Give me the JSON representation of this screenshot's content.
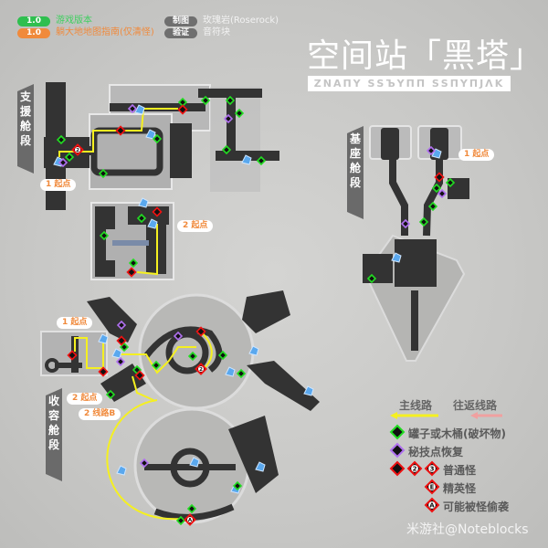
{
  "header": {
    "version_badge": "1.0",
    "version_label": "游戏版本",
    "guide_badge": "1.0",
    "guide_label": "躺大地地图指南(仅清怪)",
    "map_by_tag": "制图",
    "map_by_value": "玫瑰岩(Roserock)",
    "verify_tag": "验证",
    "verify_value": "音符块"
  },
  "title": {
    "main": "空间站「黑塔」",
    "sub_logo": "ZNAПY ЅЅЪYПП ЅЅПYПJΛK"
  },
  "sections": {
    "support": "支援舱段",
    "base": "基座舱段",
    "storage": "收容舱段"
  },
  "start_labels": {
    "support_1": "1 起点",
    "support_2": "2 起点",
    "base_1": "1 起点",
    "storage_1": "1 起点",
    "storage_2": "2 起点",
    "storage_route_b": "2 线路B"
  },
  "legend": {
    "main_route": "主线路",
    "return_route": "往返线路",
    "destructible": "罐子或木桶(破坏物)",
    "technique_restore": "秘技点恢复",
    "normal_enemy": "普通怪",
    "elite_enemy": "精英怪",
    "ambush_enemy": "可能被怪偷袭",
    "colors": {
      "main_route": "#f5f020",
      "return_route": "#f0a0a0",
      "destructible": "#22dd22",
      "technique": "#b070f0",
      "enemy": "#ee1111"
    }
  },
  "watermark": "米游社@Noteblocks"
}
